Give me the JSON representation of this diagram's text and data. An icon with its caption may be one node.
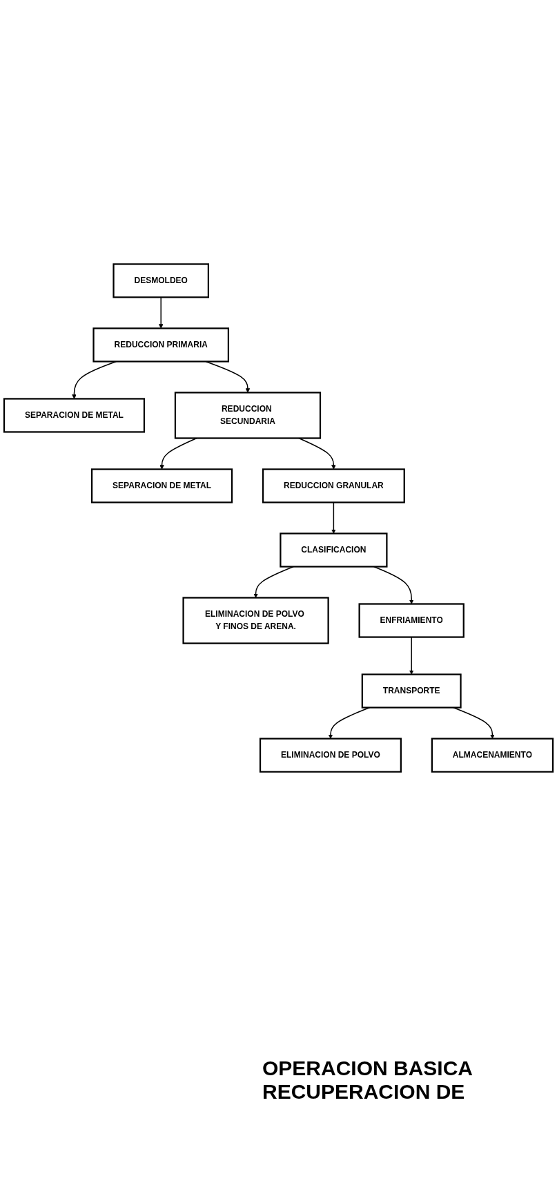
{
  "diagram": {
    "nodes": [
      {
        "text": [
          "DESMOLDEO"
        ]
      },
      {
        "text": [
          "REDUCCION PRIMARIA"
        ]
      },
      {
        "text": [
          "SEPARACION DE METAL"
        ]
      },
      {
        "text": [
          "REDUCCION SECUNDARIA"
        ]
      },
      {
        "text": [
          "SEPARACION DE METAL"
        ]
      },
      {
        "text": [
          "REDUCCION GRANULAR"
        ]
      },
      {
        "text": [
          "CLASIFICACION"
        ]
      },
      {
        "text": [
          "ELIMINACION DE POLVO Y FINOS DE ARENA."
        ]
      },
      {
        "text": [
          "ENFRIAMIENTO"
        ]
      },
      {
        "text": [
          "TRANSPORTE"
        ]
      },
      {
        "text": [
          "ELIMINACION DE POLVO"
        ]
      },
      {
        "text": [
          "ALMACENAMIENTO"
        ]
      }
    ],
    "edges": [
      {
        "from": 0,
        "to": 1,
        "arrow": "to"
      },
      {
        "from": 1,
        "to": 2,
        "arrow": "to"
      },
      {
        "from": 1,
        "to": 3,
        "arrow": "to"
      },
      {
        "from": 3,
        "to": 4,
        "arrow": "to"
      },
      {
        "from": 3,
        "to": 5,
        "arrow": "to"
      },
      {
        "from": 5,
        "to": 6,
        "arrow": "to"
      },
      {
        "from": 6,
        "to": 7,
        "arrow": "to"
      },
      {
        "from": 6,
        "to": 8,
        "arrow": "to"
      },
      {
        "from": 8,
        "to": 9,
        "arrow": "to"
      },
      {
        "from": 9,
        "to": 10,
        "arrow": "to"
      },
      {
        "from": 9,
        "to": 11,
        "arrow": "to"
      }
    ],
    "labels": [
      "OPERACION BASICA RECUPERACION DE"
    ]
  }
}
